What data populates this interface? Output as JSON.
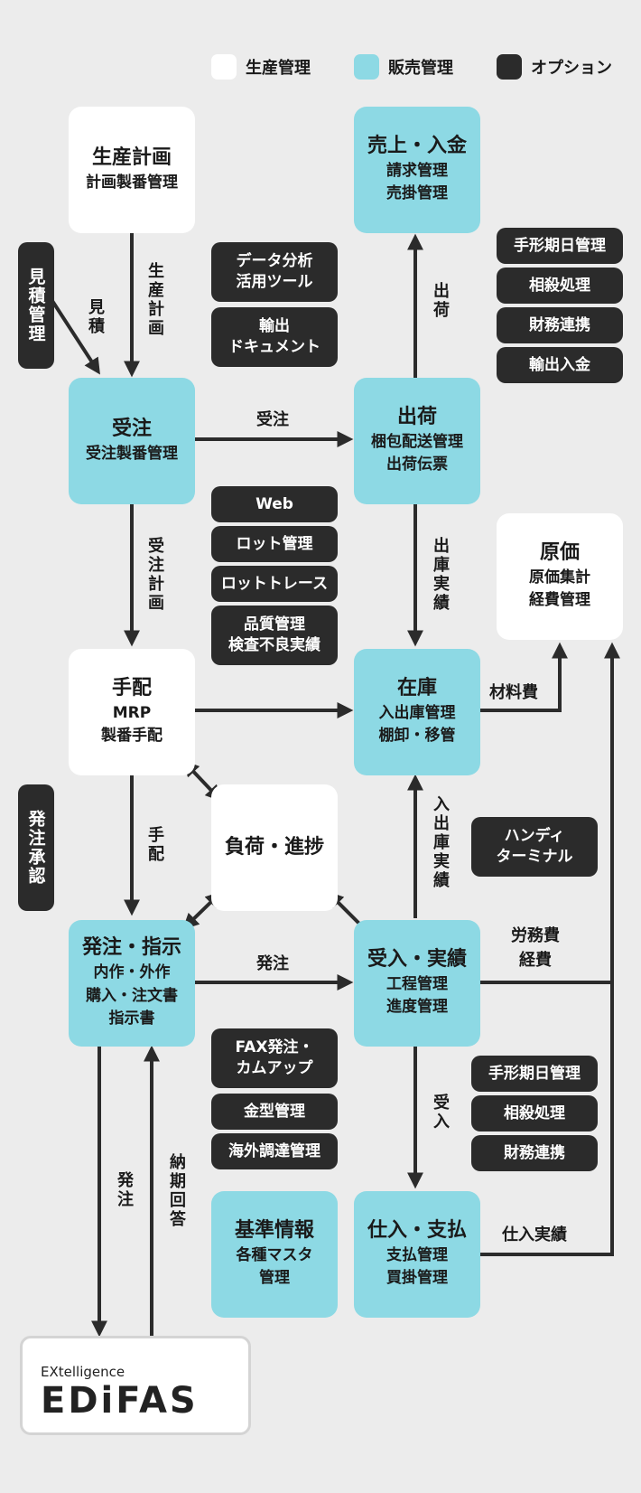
{
  "legend": [
    {
      "label": "生産管理",
      "color": "#ffffff"
    },
    {
      "label": "販売管理",
      "color": "#8dd9e4"
    },
    {
      "label": "オプション",
      "color": "#2b2b2b"
    }
  ],
  "nodes": {
    "seisan_keikaku": {
      "title": "生産計画",
      "sub": "計画製番管理"
    },
    "uriage": {
      "title": "売上・入金",
      "sub": "請求管理\n売掛管理"
    },
    "juchu": {
      "title": "受注",
      "sub": "受注製番管理"
    },
    "shukka": {
      "title": "出荷",
      "sub": "梱包配送管理\n出荷伝票"
    },
    "genka": {
      "title": "原価",
      "sub": "原価集計\n経費管理"
    },
    "tehai": {
      "title": "手配",
      "sub": "MRP\n製番手配"
    },
    "zaiko": {
      "title": "在庫",
      "sub": "入出庫管理\n棚卸・移管"
    },
    "fuka": {
      "title": "負荷・進捗"
    },
    "hacchu_shiji": {
      "title": "発注・指示",
      "sub": "内作・外作\n購入・注文書\n指示書"
    },
    "ukeire": {
      "title": "受入・実績",
      "sub": "工程管理\n進度管理"
    },
    "kijun": {
      "title": "基準情報",
      "sub": "各種マスタ\n管理"
    },
    "shiire": {
      "title": "仕入・支払",
      "sub": "支払管理\n買掛管理"
    }
  },
  "options": {
    "mitsumori": "見積管理",
    "hacchu_shonin": "発注承認",
    "data_bunseki": "データ分析\n活用ツール",
    "yushutsu_doc": "輸出\nドキュメント",
    "tegata1": "手形期日管理",
    "sousai1": "相殺処理",
    "zaimu1": "財務連携",
    "yushutsu_nyukin": "輸出入金",
    "web": "Web",
    "lot": "ロット管理",
    "lot_trace": "ロットトレース",
    "hinshitsu": "品質管理\n検査不良実績",
    "handy": "ハンディ\nターミナル",
    "fax": "FAX発注・\nカムアップ",
    "kanagata": "金型管理",
    "kaigai": "海外調達管理",
    "tegata2": "手形期日管理",
    "sousai2": "相殺処理",
    "zaimu2": "財務連携"
  },
  "labels": {
    "seisan_keikaku": "生産計画",
    "mitsumori": "見積",
    "shukka_v": "出荷",
    "juchu_h": "受注",
    "juchu_keikaku": "受注計画",
    "shukko_jisseki": "出庫実績",
    "zairyohi": "材料費",
    "tehai_v": "手配",
    "nyushukko_jisseki": "入出庫実績",
    "hacchu_h": "発注",
    "roumuhi": "労務費\n経費",
    "ukeire_v": "受入",
    "hacchu_v": "発注",
    "nouki_kaitou": "納期回答",
    "shiire_jisseki": "仕入実績"
  },
  "logo": {
    "small": "EXtelligence",
    "big": "EDiFAS"
  }
}
